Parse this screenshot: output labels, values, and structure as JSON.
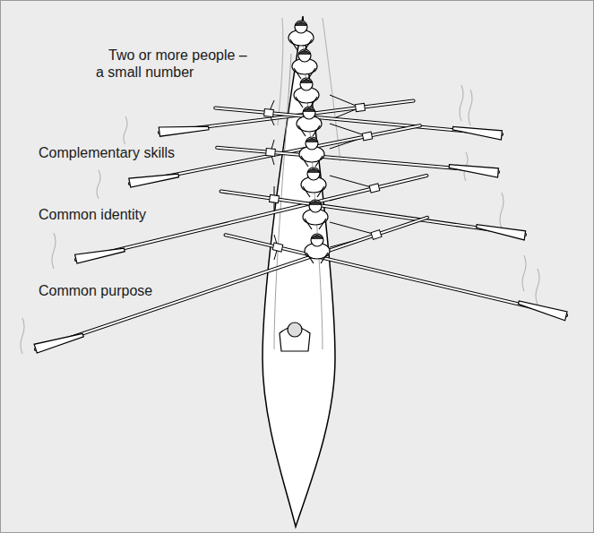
{
  "diagram": {
    "labels": [
      "Two or more people – a small number",
      "Complementary skills",
      "Common identity",
      "Common purpose"
    ]
  }
}
